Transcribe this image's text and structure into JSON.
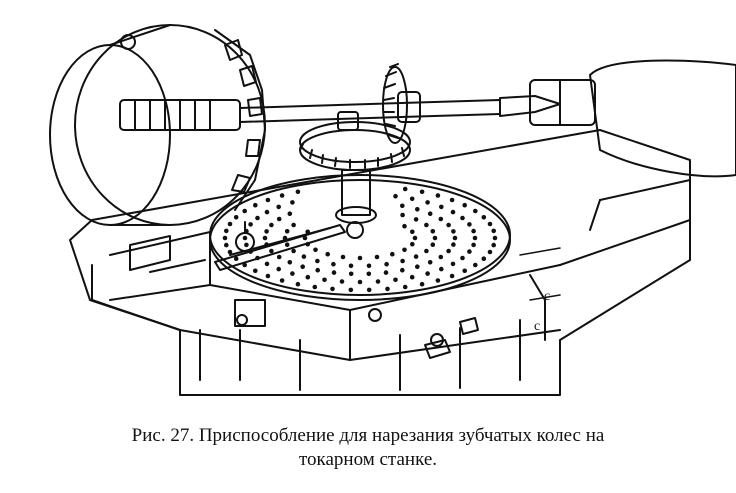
{
  "caption": {
    "line1": "Рис. 27. Приспособление для нарезания зубчатых колес на",
    "line2": "токарном станке."
  },
  "figure": {
    "label_c1": "c",
    "label_c2": "c"
  },
  "colors": {
    "ink": "#111111",
    "paper": "#ffffff"
  }
}
